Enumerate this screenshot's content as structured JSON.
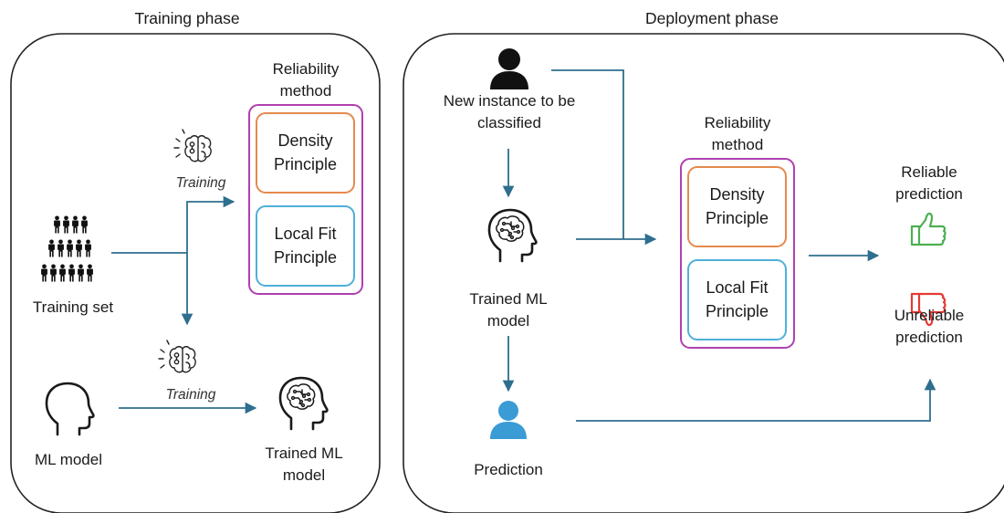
{
  "training_phase": {
    "title": "Training phase",
    "reliability_method": [
      "Reliability",
      "method"
    ],
    "density_principle": [
      "Density",
      "Principle"
    ],
    "local_fit_principle": [
      "Local Fit",
      "Principle"
    ],
    "training_label_top": "Training",
    "training_label_bottom": "Training",
    "training_set": "Training set",
    "ml_model": "ML model",
    "trained_ml_model": [
      "Trained ML",
      "model"
    ]
  },
  "deployment_phase": {
    "title": "Deployment phase",
    "new_instance": [
      "New instance to be",
      "classified"
    ],
    "trained_ml_model": [
      "Trained ML",
      "model"
    ],
    "prediction": "Prediction",
    "reliability_method": [
      "Reliability",
      "method"
    ],
    "density_principle": [
      "Density",
      "Principle"
    ],
    "local_fit_principle": [
      "Local Fit",
      "Principle"
    ],
    "reliable_prediction": [
      "Reliable",
      "prediction"
    ],
    "unreliable_prediction": [
      "Unreliable",
      "prediction"
    ]
  },
  "colors": {
    "arrow": "#2e6e8e",
    "outer_box": "#b040b0",
    "density_box": "#e58a4e",
    "local_fit_box": "#4fb0d8",
    "thumbs_up": "#4caf50",
    "thumbs_down": "#e53935",
    "prediction_person": "#3a9bd5"
  },
  "icons": {
    "new_instance": "person-icon",
    "training_set": "people-group-icon",
    "ml_model": "head-outline-icon",
    "trained_model": "ai-brain-head-icon",
    "training": "brain-thinking-icon",
    "prediction": "person-icon",
    "reliable": "thumbs-up-icon",
    "unreliable": "thumbs-down-icon"
  }
}
